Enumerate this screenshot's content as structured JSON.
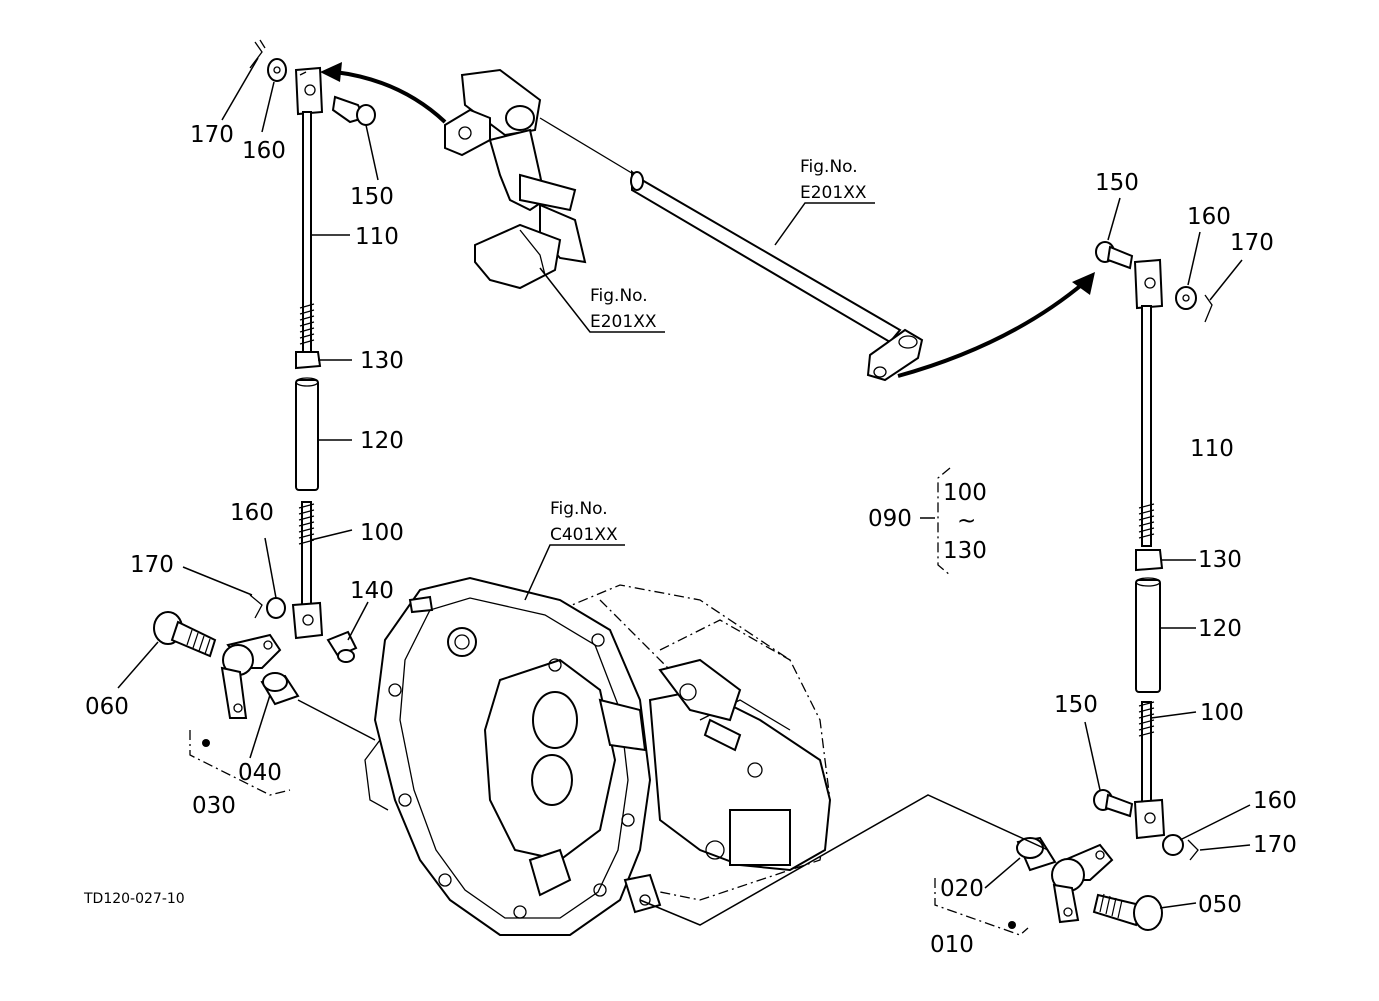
{
  "drawing_code": "TD120-027-10",
  "fig_refs": {
    "pedal": {
      "prefix": "Fig.No.",
      "number": "E201XX"
    },
    "shaft": {
      "prefix": "Fig.No.",
      "number": "E201XX"
    },
    "housing": {
      "prefix": "Fig.No.",
      "number": "C401XX"
    }
  },
  "left_rod": {
    "pin_170": "170",
    "washer_160": "160",
    "pin_150": "150",
    "rod_110": "110",
    "nut_130": "130",
    "tube_120": "120",
    "washer_160_lower": "160",
    "rod_100": "100",
    "pin_170_lower": "170",
    "pin_140": "140",
    "bolt_060": "060",
    "bush_040": "040",
    "arm_030": "030"
  },
  "assembly_090": {
    "label": "090",
    "range_start": "100",
    "range_sep": "~",
    "range_end": "130"
  },
  "right_rod": {
    "pin_150": "150",
    "washer_160": "160",
    "pin_170": "170",
    "rod_110": "110",
    "nut_130": "130",
    "tube_120": "120",
    "pin_150_lower": "150",
    "rod_100": "100",
    "washer_160_lower": "160",
    "pin_170_lower": "170",
    "bush_020": "020",
    "bolt_050": "050",
    "arm_010": "010"
  }
}
